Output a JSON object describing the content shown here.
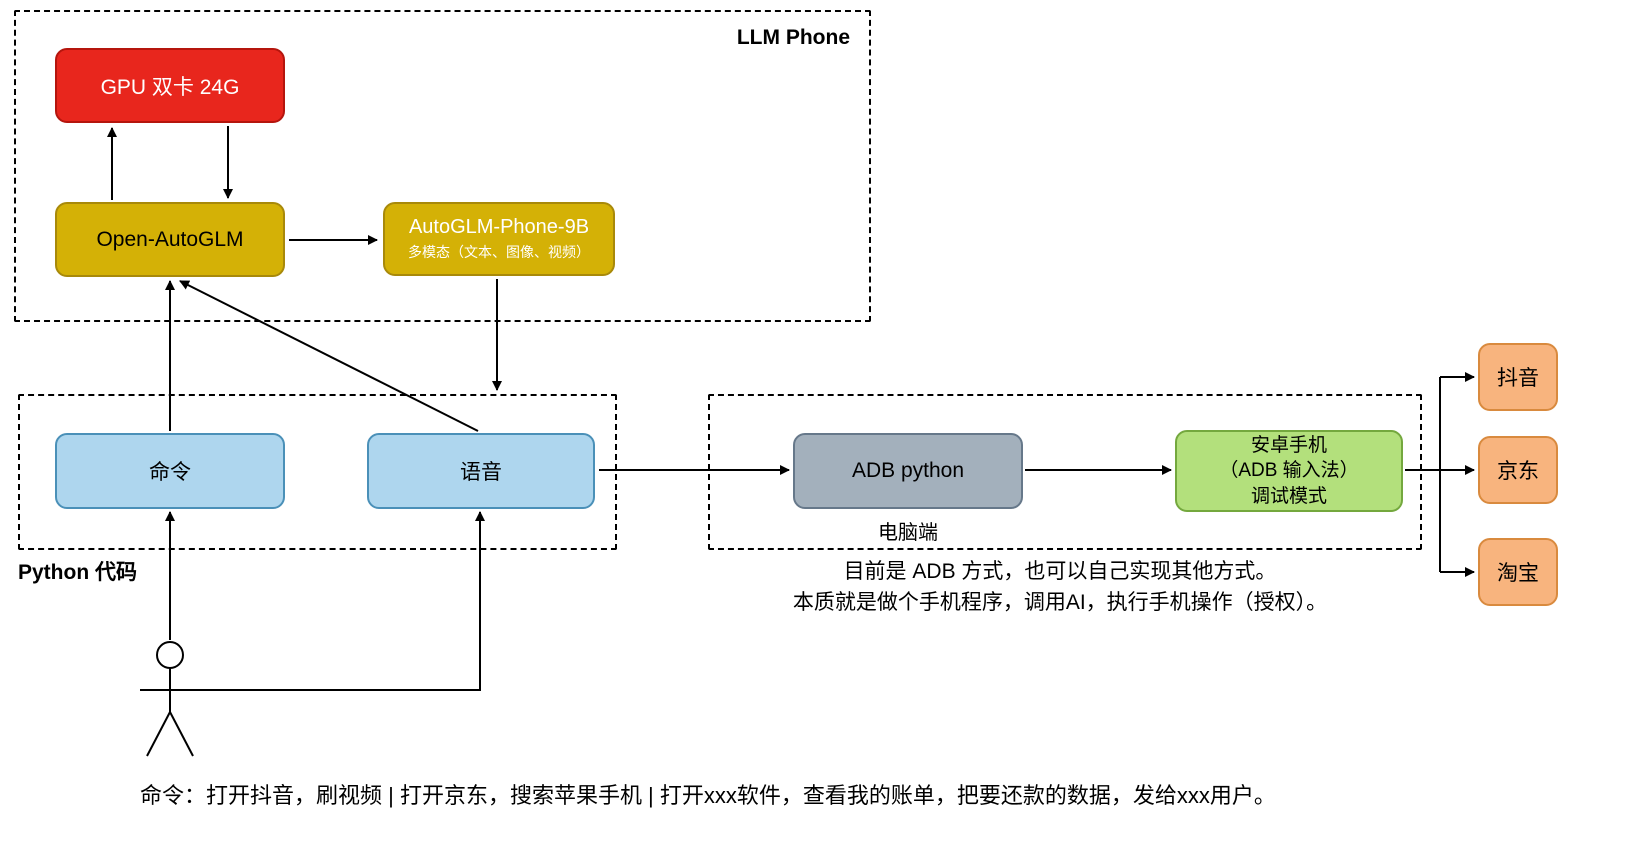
{
  "groups": {
    "llm_phone": {
      "label": "LLM Phone"
    },
    "python": {
      "label": "Python 代码"
    },
    "computer": {
      "label": "电脑端"
    }
  },
  "nodes": {
    "gpu": {
      "label": "GPU 双卡 24G"
    },
    "open_autoglm": {
      "label": "Open-AutoGLM"
    },
    "autoglm_phone": {
      "title": "AutoGLM-Phone-9B",
      "subtitle": "多模态（文本、图像、视频）"
    },
    "command": {
      "label": "命令"
    },
    "voice": {
      "label": "语音"
    },
    "adb_python": {
      "label": "ADB python"
    },
    "android": {
      "line1": "安卓手机",
      "line2": "（ADB 输入法）",
      "line3": "调试模式"
    },
    "apps": [
      {
        "label": "抖音"
      },
      {
        "label": "京东"
      },
      {
        "label": "淘宝"
      }
    ]
  },
  "notes": {
    "adb_note_line1": "目前是 ADB 方式，也可以自己实现其他方式。",
    "adb_note_line2": "本质就是做个手机程序，调用AI，执行手机操作（授权）。",
    "command_caption": "命令：打开抖音，刷视频 | 打开京东，搜索苹果手机 | 打开xxx软件，查看我的账单，把要还款的数据，发给xxx用户。"
  },
  "colors": {
    "gpu_fill": "#e8261d",
    "gold_fill": "#d4b106",
    "blue_fill": "#aed6ee",
    "gray_fill": "#a3b0bc",
    "green_fill": "#b3e07c",
    "orange_fill": "#f8b47e",
    "connector": "#000000"
  }
}
